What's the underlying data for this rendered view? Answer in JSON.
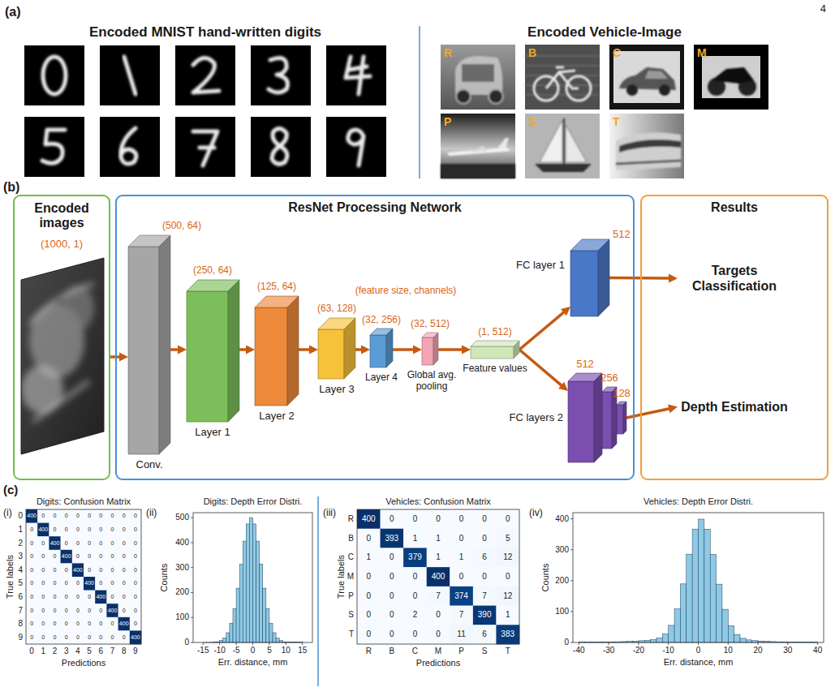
{
  "diagram": {
    "nodes": [
      {
        "text": [
          "Encoded images",
          "(1000, 1)"
        ]
      },
      {
        "text": [
          "ResNet Processing Network"
        ]
      },
      {
        "text": [
          "(500, 64)",
          "Conv."
        ],
        "in": 1
      },
      {
        "text": [
          "(250, 64)",
          "Layer 1"
        ],
        "in": 1
      },
      {
        "text": [
          "(125, 64)",
          "Layer 2"
        ],
        "in": 1
      },
      {
        "text": [
          "(63, 128)",
          "Layer 3"
        ],
        "in": 1
      },
      {
        "text": [
          "(32, 256)",
          "Layer 4"
        ],
        "in": 1
      },
      {
        "text": [
          "(32, 512)",
          "Global avg. pooling"
        ],
        "in": 1
      },
      {
        "text": [
          "(1, 512)",
          "Feature values"
        ],
        "in": 1
      },
      {
        "text": [
          "512",
          "FC layer 1"
        ],
        "in": 1
      },
      {
        "text": [
          "512",
          "256",
          "128",
          "FC layers 2"
        ],
        "in": 1
      },
      {
        "text": [
          "Results"
        ]
      },
      {
        "text": [
          "Targets Classification"
        ],
        "in": 11
      },
      {
        "text": [
          "Depth Estimation"
        ],
        "in": 11
      }
    ],
    "edges": [
      {
        "from": 0,
        "to": 2,
        "arrow": "to"
      },
      {
        "from": 2,
        "to": 3,
        "arrow": "to"
      },
      {
        "from": 3,
        "to": 4,
        "arrow": "to"
      },
      {
        "from": 4,
        "to": 5,
        "arrow": "to"
      },
      {
        "from": 5,
        "to": 6,
        "arrow": "to"
      },
      {
        "from": 6,
        "to": 7,
        "arrow": "to"
      },
      {
        "from": 7,
        "to": 8,
        "arrow": "to"
      },
      {
        "from": 8,
        "to": 9,
        "arrow": "to"
      },
      {
        "from": 8,
        "to": 10,
        "arrow": "to"
      },
      {
        "from": 9,
        "to": 12,
        "arrow": "to"
      },
      {
        "from": 10,
        "to": 13,
        "arrow": "to"
      }
    ],
    "labels": [
      "4",
      "(a)",
      "Encoded MNIST hand-written digits",
      "Encoded Vehicle-Image",
      "R",
      "B",
      "C",
      "M",
      "P",
      "S",
      "T",
      "(b)",
      "(feature size, channels)",
      "(c)",
      "(i)",
      "Digits: Confusion Matrix",
      "0",
      "1",
      "2",
      "3",
      "4",
      "5",
      "6",
      "7",
      "8",
      "9",
      "400",
      "0",
      "0",
      "0",
      "0",
      "0",
      "0",
      "0",
      "0",
      "0",
      "0",
      "400",
      "0",
      "0",
      "0",
      "0",
      "0",
      "0",
      "0",
      "0",
      "0",
      "0",
      "400",
      "0",
      "0",
      "0",
      "0",
      "0",
      "0",
      "0",
      "0",
      "0",
      "0",
      "400",
      "0",
      "0",
      "0",
      "0",
      "0",
      "0",
      "0",
      "0",
      "0",
      "0",
      "400",
      "0",
      "0",
      "0",
      "0",
      "0",
      "0",
      "0",
      "0",
      "0",
      "0",
      "400",
      "0",
      "0",
      "0",
      "0",
      "0",
      "0",
      "0",
      "0",
      "0",
      "0",
      "400",
      "0",
      "0",
      "0",
      "0",
      "0",
      "0",
      "0",
      "0",
      "0",
      "0",
      "400",
      "0",
      "0",
      "0",
      "0",
      "0",
      "0",
      "0",
      "0",
      "0",
      "0",
      "400",
      "0",
      "0",
      "0",
      "0",
      "0",
      "0",
      "0",
      "0",
      "0",
      "0",
      "400",
      "0",
      "1",
      "2",
      "3",
      "4",
      "5",
      "6",
      "7",
      "8",
      "9",
      "Predictions",
      "True labels",
      "(ii)",
      "Digits: Depth Error Distri.",
      "500",
      "400",
      "300",
      "200",
      "100",
      "0",
      "-15",
      "-10",
      "-5",
      "0",
      "5",
      "10",
      "15",
      "Counts",
      "Err. distance, mm",
      "(iii)",
      "Vehicles: Confusion Matrix",
      "R",
      "B",
      "C",
      "M",
      "P",
      "S",
      "T",
      "400",
      "0",
      "0",
      "0",
      "0",
      "0",
      "0",
      "0",
      "393",
      "1",
      "1",
      "0",
      "0",
      "5",
      "1",
      "0",
      "379",
      "1",
      "1",
      "6",
      "12",
      "0",
      "0",
      "0",
      "400",
      "0",
      "0",
      "0",
      "0",
      "0",
      "0",
      "7",
      "374",
      "7",
      "12",
      "0",
      "0",
      "2",
      "0",
      "7",
      "390",
      "1",
      "0",
      "0",
      "0",
      "0",
      "11",
      "6",
      "383",
      "R",
      "B",
      "C",
      "M",
      "P",
      "S",
      "T",
      "Predictions",
      "True labels",
      "(iv)",
      "Vehicles: Depth Error Distri.",
      "400",
      "300",
      "200",
      "100",
      "0",
      "-40",
      "-30",
      "-20",
      "-10",
      "0",
      "10",
      "20",
      "30",
      "40",
      "Counts",
      "Err. distance, mm"
    ]
  }
}
